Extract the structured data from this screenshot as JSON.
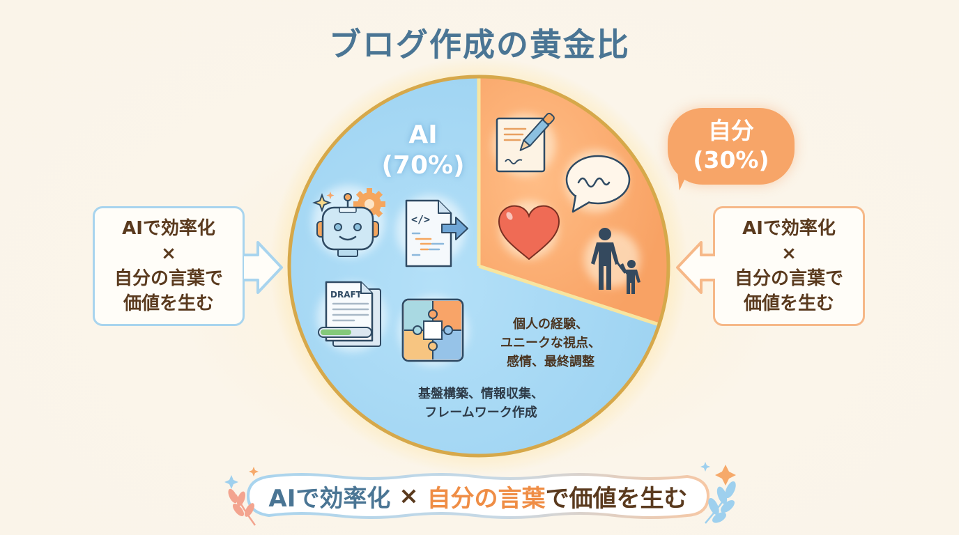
{
  "title": "ブログ作成の黄金比",
  "colors": {
    "background": "#FBF5EA",
    "title": "#4A7594",
    "ai_slice": "#A4D8F4",
    "self_slice": "#F9A86A",
    "pie_border": "#D6A84A",
    "text_brown": "#5A3A1E",
    "accent_orange": "#EF8D45"
  },
  "chart_data": {
    "type": "pie",
    "title": "ブログ作成の黄金比",
    "categories": [
      "AI",
      "自分"
    ],
    "values": [
      70,
      30
    ],
    "labels": [
      "AI (70%)",
      "自分 (30%)"
    ],
    "descriptions": [
      "基盤構築、情報収集、フレームワーク作成",
      "個人の経験、ユニークな視点、感情、最終調整"
    ]
  },
  "pie": {
    "ai": {
      "name": "AI",
      "percent": "(70%)",
      "desc_lines": [
        "基盤構築、情報収集、",
        "フレームワーク作成"
      ],
      "icons": [
        "robot-icon",
        "gear-icon",
        "code-document-icon",
        "draft-document-icon",
        "puzzle-icon"
      ]
    },
    "self": {
      "name": "自分",
      "percent": "(30%)",
      "desc_lines": [
        "個人の経験、",
        "ユニークな視点、",
        "感情、最終調整"
      ],
      "icons": [
        "pen-writing-icon",
        "speech-bubble-icon",
        "heart-icon",
        "parent-child-icon"
      ]
    }
  },
  "side_boxes": {
    "left": [
      "AIで効率化",
      "×",
      "自分の言葉で",
      "価値を生む"
    ],
    "right": [
      "AIで効率化",
      "×",
      "自分の言葉で",
      "価値を生む"
    ]
  },
  "icons_text": {
    "draft": "DRAFT",
    "code": "</>"
  },
  "banner": {
    "part1": "AIで",
    "part2": "効率化",
    "sep": " × ",
    "part3": "自分の言葉",
    "part4": "で価値を生む"
  }
}
